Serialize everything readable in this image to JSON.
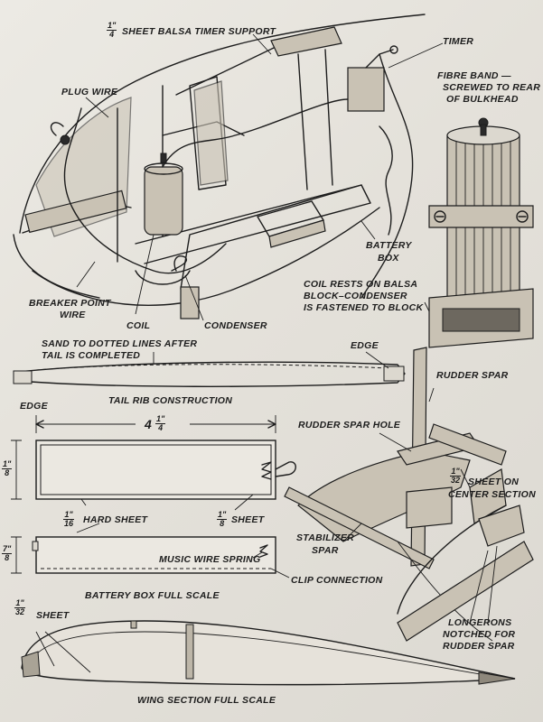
{
  "top_section": {
    "timer_support_frac": {
      "num": "1\"",
      "den": "4"
    },
    "timer_support": "SHEET BALSA TIMER SUPPORT",
    "timer": "TIMER",
    "plug_wire": "PLUG WIRE",
    "fibre_band_1": "FIBRE BAND —",
    "fibre_band_2": "SCREWED TO REAR",
    "fibre_band_3": "OF BULKHEAD",
    "battery_1": "BATTERY",
    "battery_2": "BOX",
    "coil_rests_1": "COIL RESTS ON BALSA",
    "coil_rests_2": "BLOCK–CONDENSER",
    "coil_rests_3": "IS FASTENED TO BLOCK",
    "breaker_1": "BREAKER POINT",
    "breaker_2": "WIRE",
    "coil": "COIL",
    "condenser": "CONDENSER"
  },
  "tail_rib": {
    "sand_1": "SAND TO DOTTED LINES AFTER",
    "sand_2": "TAIL IS COMPLETED",
    "edge_right": "EDGE",
    "edge_left": "EDGE",
    "caption": "TAIL RIB CONSTRUCTION"
  },
  "rudder": {
    "rudder_spar": "RUDDER SPAR",
    "rudder_spar_hole": "RUDDER SPAR HOLE",
    "sheet_frac": {
      "num": "1\"",
      "den": "32"
    },
    "sheet_on_1": "SHEET ON",
    "sheet_on_2": "CENTER SECTION",
    "stabilizer_1": "STABILIZER",
    "stabilizer_2": "SPAR",
    "longerons_1": "LONGERONS",
    "longerons_2": "NOTCHED FOR",
    "longerons_3": "RUDDER SPAR"
  },
  "battery_box": {
    "width_whole": "4",
    "width_frac": {
      "num": "1\"",
      "den": "4"
    },
    "height_frac": {
      "num": "1\"",
      "den": "8"
    },
    "hard_sheet_frac": {
      "num": "1\"",
      "den": "16"
    },
    "hard_sheet": "HARD SHEET",
    "sheet_frac": {
      "num": "1\"",
      "den": "8"
    },
    "sheet": "SHEET",
    "side_height_frac": {
      "num": "7\"",
      "den": "8"
    },
    "music_wire": "MUSIC WIRE SPRING",
    "clip": "CLIP CONNECTION",
    "caption": "BATTERY BOX FULL SCALE"
  },
  "wing": {
    "sheet_frac": {
      "num": "1\"",
      "den": "32"
    },
    "sheet": "SHEET",
    "caption": "WING SECTION FULL SCALE"
  }
}
